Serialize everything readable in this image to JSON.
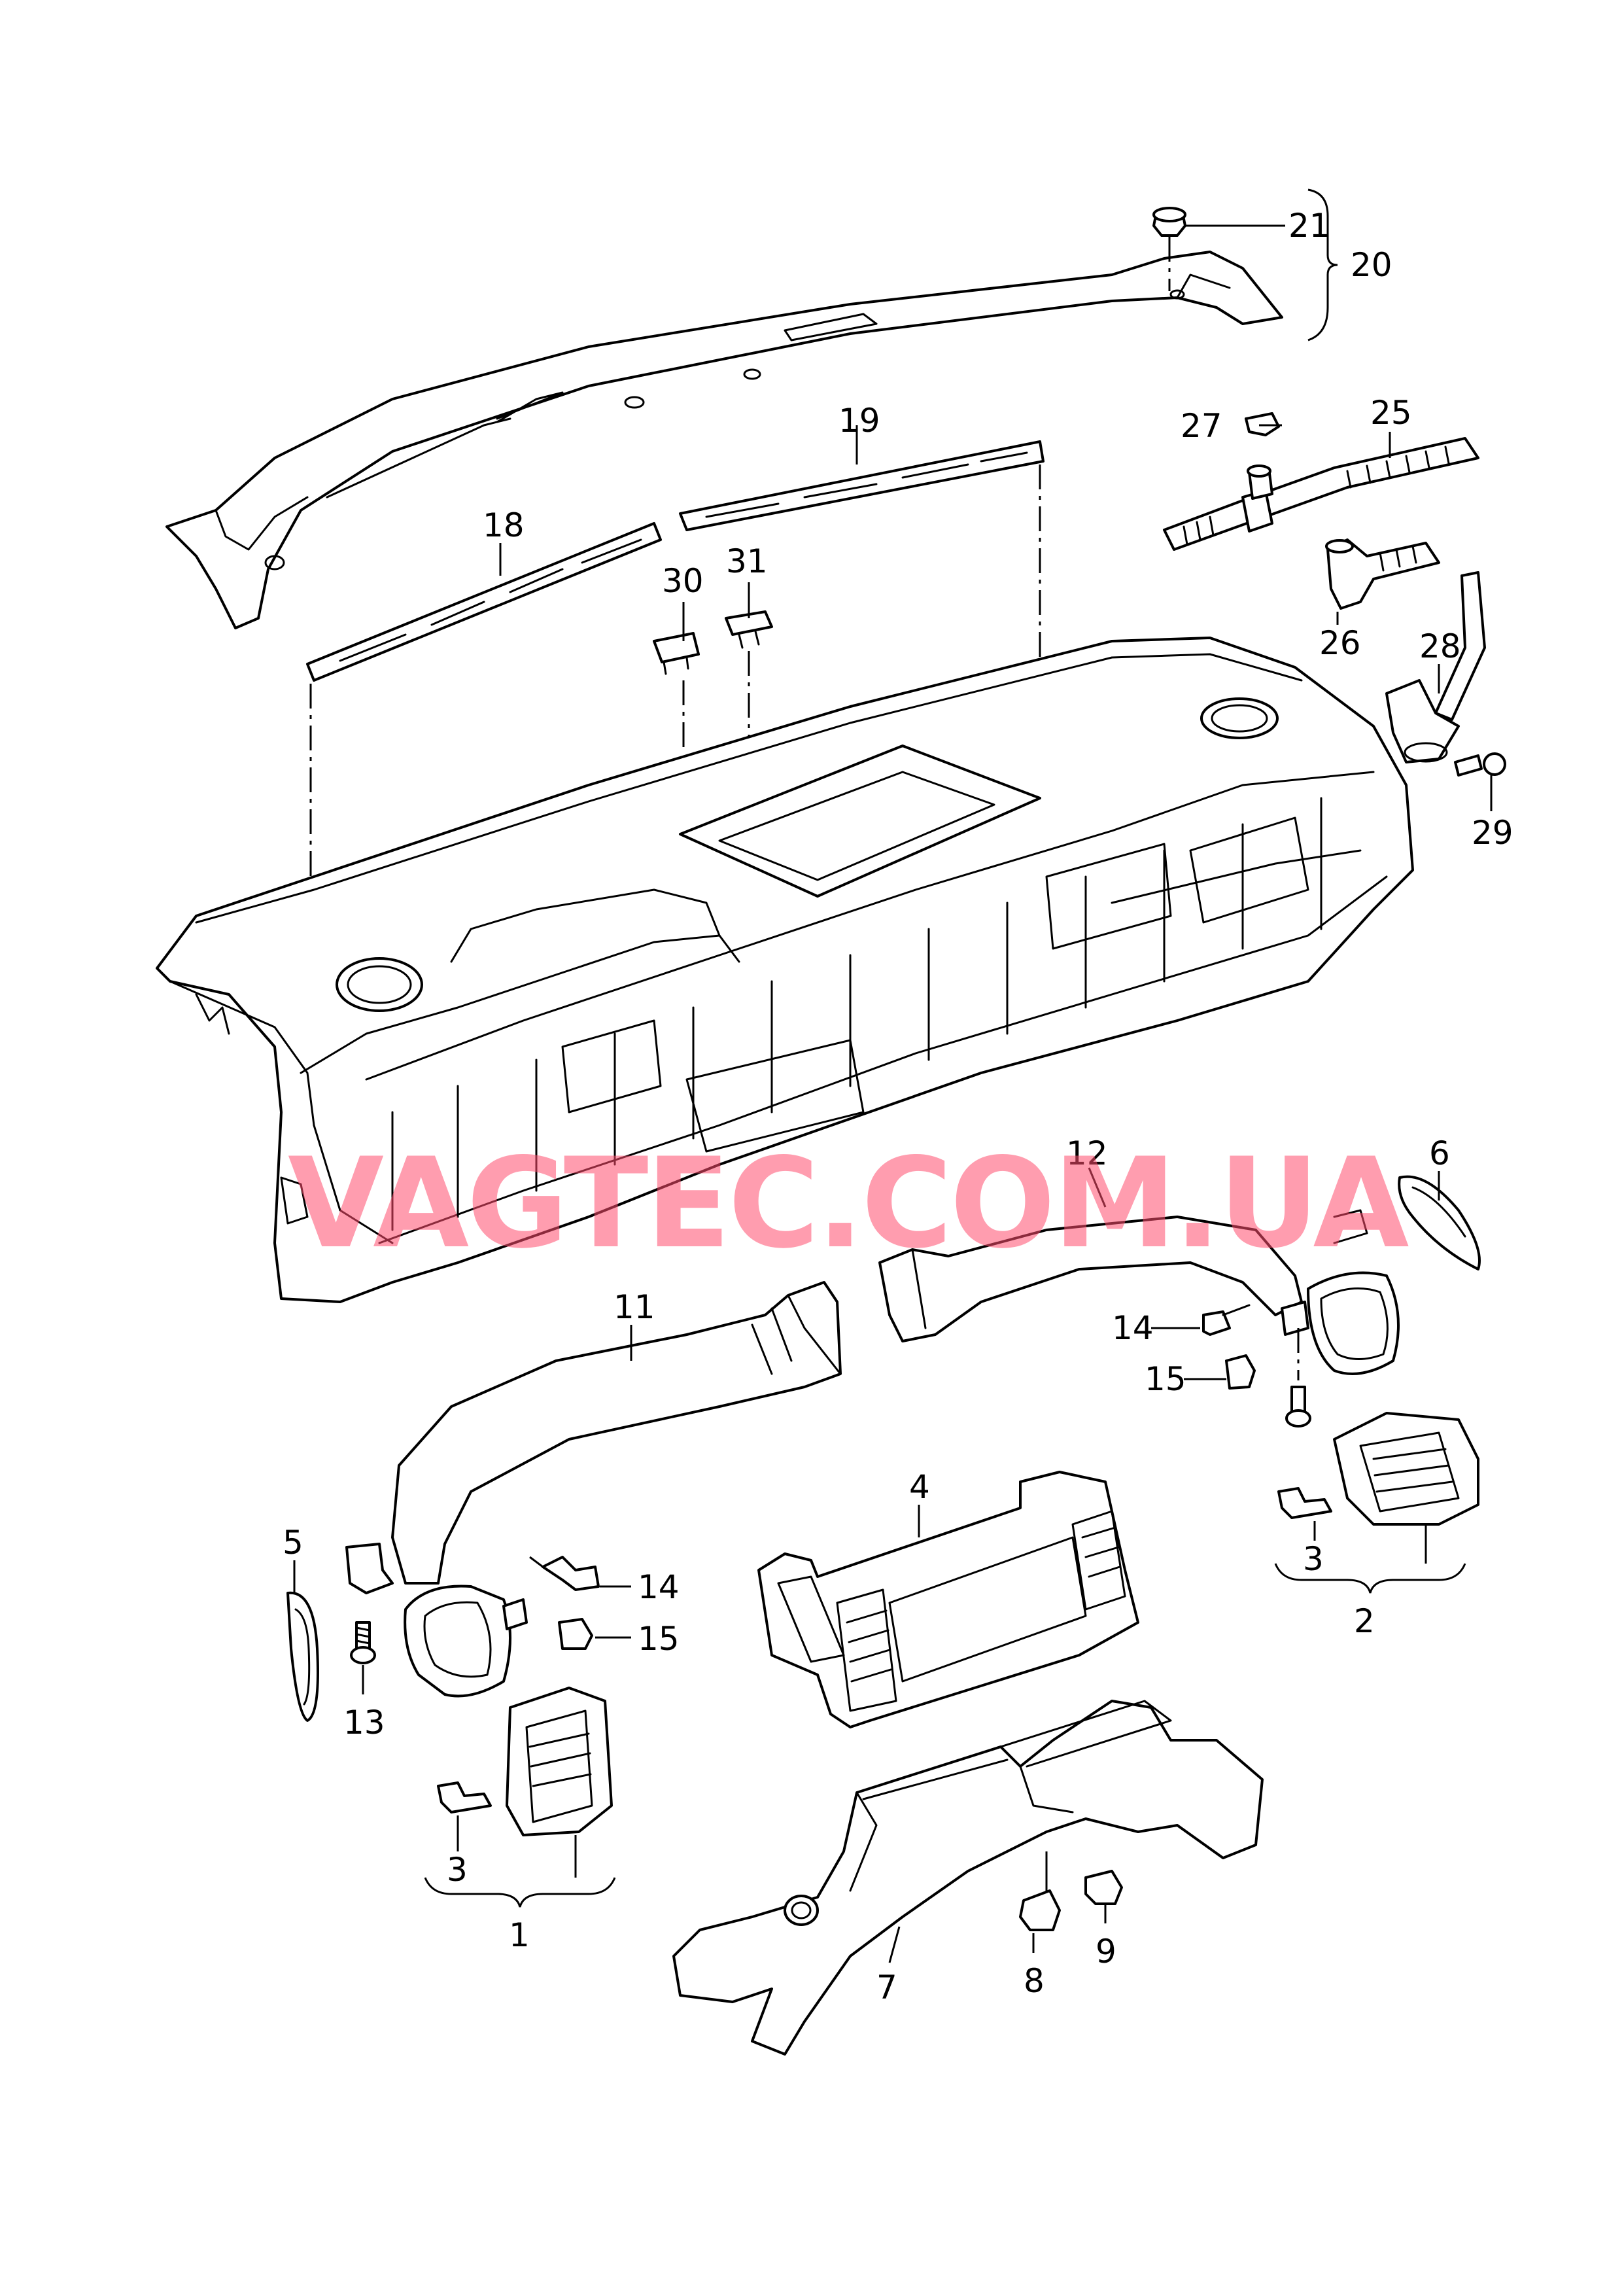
{
  "watermark": "VAGTEC.COM.UA",
  "callouts": {
    "c1": "1",
    "c2": "2",
    "c3a": "3",
    "c3b": "3",
    "c4": "4",
    "c5": "5",
    "c6": "6",
    "c7": "7",
    "c8": "8",
    "c9": "9",
    "c11": "11",
    "c12": "12",
    "c13": "13",
    "c14a": "14",
    "c14b": "14",
    "c15a": "15",
    "c15b": "15",
    "c18": "18",
    "c19": "19",
    "c20": "20",
    "c21": "21",
    "c25": "25",
    "c26": "26",
    "c27": "27",
    "c28": "28",
    "c29": "29",
    "c30": "30",
    "c31": "31"
  }
}
